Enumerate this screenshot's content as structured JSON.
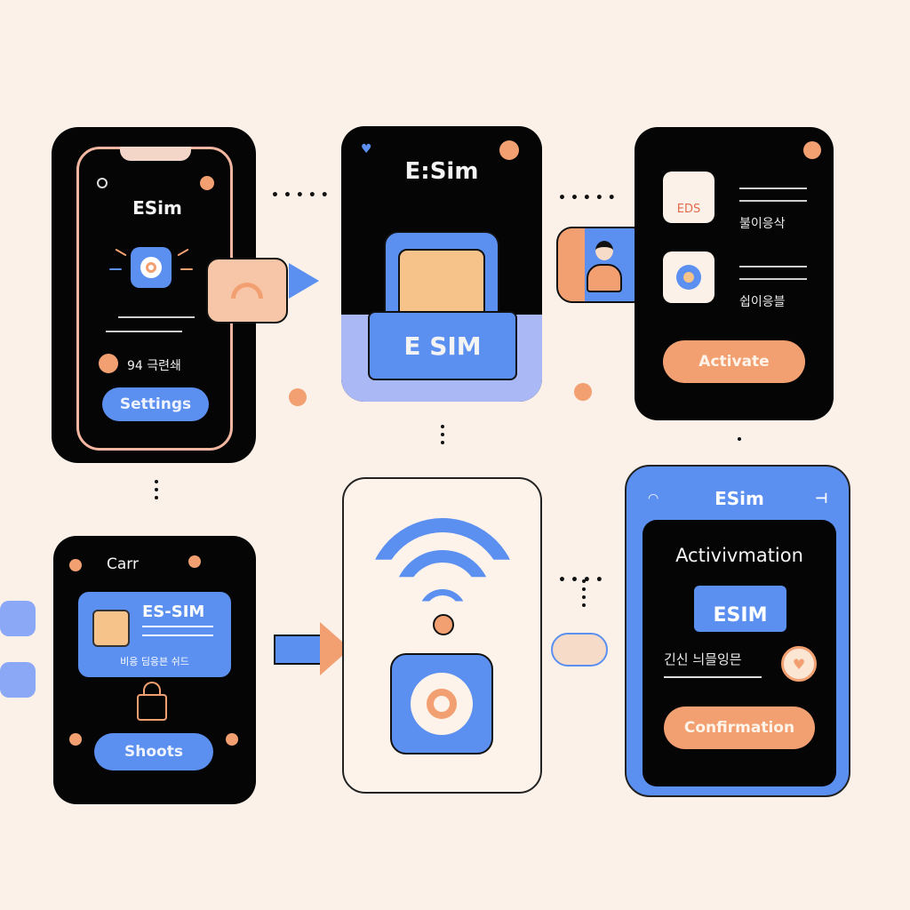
{
  "colors": {
    "background": "#fbf1e8",
    "blue": "#5b8ff0",
    "orange": "#f2a071",
    "panel_dark": "#050505",
    "light_blue": "#aab8f5"
  },
  "panels": {
    "phone": {
      "title": "ESim",
      "status_text": "94 극련쇄",
      "button_label": "Settings",
      "icons": [
        "gear-icon",
        "wifi-icon"
      ]
    },
    "esim_card": {
      "title": "E:Sim",
      "card_label": "E SIM",
      "icons": [
        "heart-icon",
        "sim-chip-icon"
      ]
    },
    "carrier_list": {
      "items": [
        {
          "logo_text": "EDS",
          "label": "불이응삭"
        },
        {
          "logo_text": "",
          "label": "쉽이응블"
        }
      ],
      "button_label": "Activate",
      "icons": [
        "user-avatar-icon"
      ]
    },
    "carrier_card": {
      "title": "Carr",
      "card_label": "ES-SIM",
      "card_subtext": "비응 딤응븐 쉬드",
      "button_label": "Shoots",
      "icons": [
        "lock-icon",
        "sim-chip-icon"
      ]
    },
    "wifi_setup": {
      "icons": [
        "wifi-icon",
        "gear-icon"
      ]
    },
    "confirmation": {
      "header_title": "ESim",
      "heading": "Activivmation",
      "badge_label": "ESIM",
      "status_text": "긴신 늬믈잉믄",
      "button_label": "Confirmation",
      "icons": [
        "check-heart-icon"
      ]
    }
  }
}
